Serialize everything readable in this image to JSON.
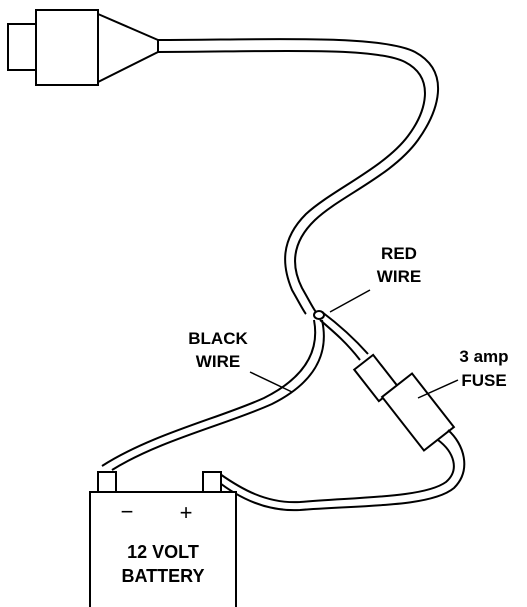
{
  "labels": {
    "red_wire_line1": "RED",
    "red_wire_line2": "WIRE",
    "black_wire_line1": "BLACK",
    "black_wire_line2": "WIRE",
    "fuse_line1": "3 amp",
    "fuse_line2": "FUSE",
    "battery_line1": "12 VOLT",
    "battery_line2": "BATTERY"
  },
  "battery": {
    "negative_symbol": "−",
    "positive_symbol": "+"
  },
  "colors": {
    "line": "#000000",
    "background": "#ffffff"
  }
}
